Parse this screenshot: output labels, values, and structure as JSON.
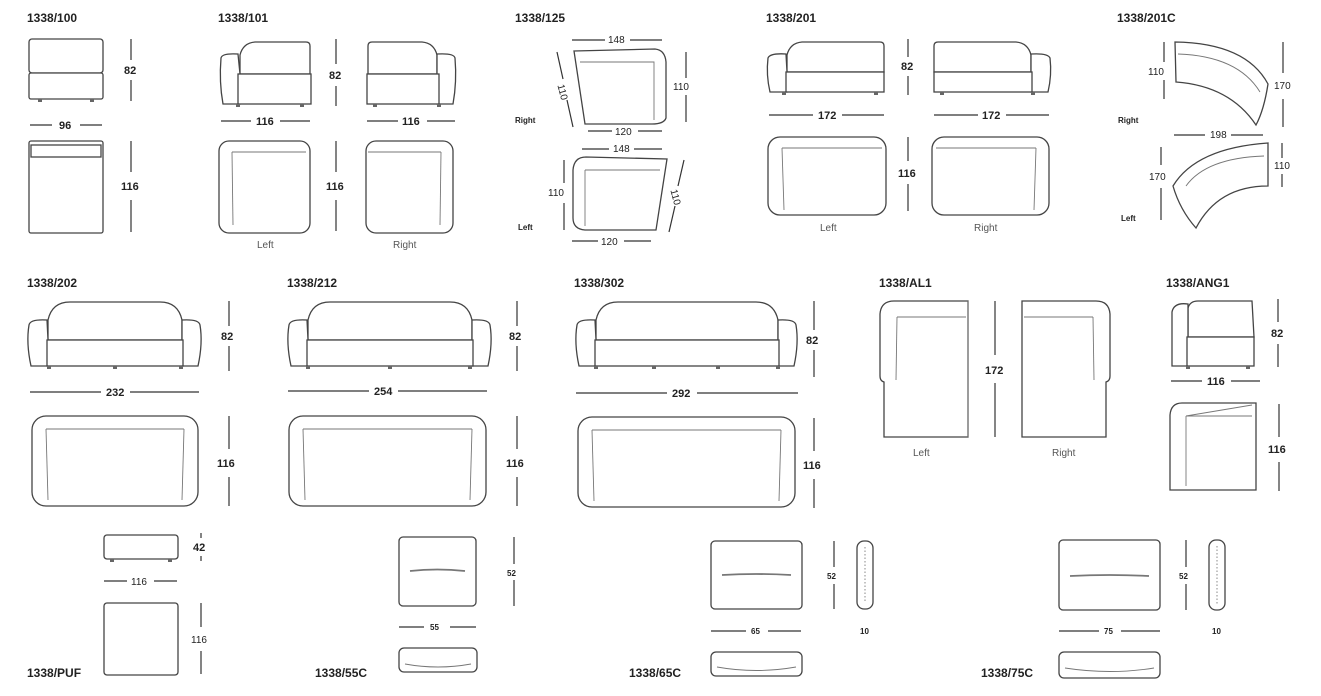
{
  "products": {
    "p100": {
      "code": "1338/100",
      "height": "82",
      "width": "96",
      "depth": "116"
    },
    "p101": {
      "code": "1338/101",
      "height": "82",
      "width_left": "116",
      "width_right": "116",
      "depth": "116",
      "label_left": "Left",
      "label_right": "Right"
    },
    "p125": {
      "code": "1338/125",
      "top_right": "148",
      "side_right": "110",
      "diag_right": "110",
      "base_right": "120",
      "label_right": "Right",
      "top_left": "148",
      "side_left": "110",
      "diag_left": "110",
      "base_left": "120",
      "label_left": "Left"
    },
    "p201": {
      "code": "1338/201",
      "height": "82",
      "width_left": "172",
      "width_right": "172",
      "depth": "116",
      "label_left": "Left",
      "label_right": "Right"
    },
    "p201c": {
      "code": "1338/201C",
      "right_h": "110",
      "right_d": "170",
      "span": "198",
      "left_d": "170",
      "left_h": "110",
      "label_right": "Right",
      "label_left": "Left"
    },
    "p202": {
      "code": "1338/202",
      "height": "82",
      "width": "232",
      "depth": "116"
    },
    "p212": {
      "code": "1338/212",
      "height": "82",
      "width": "254",
      "depth": "116"
    },
    "p302": {
      "code": "1338/302",
      "height": "82",
      "width": "292",
      "depth": "116"
    },
    "pal1": {
      "code": "1338/AL1",
      "depth": "172",
      "label_left": "Left",
      "label_right": "Right"
    },
    "pang1": {
      "code": "1338/ANG1",
      "height": "82",
      "width": "116",
      "depth": "116"
    },
    "ppuf": {
      "code": "1338/PUF",
      "height": "42",
      "width": "116",
      "depth": "116"
    },
    "p55c": {
      "code": "1338/55C",
      "height": "52",
      "width": "55"
    },
    "p65c": {
      "code": "1338/65C",
      "height": "52",
      "width": "65",
      "thickness": "10"
    },
    "p75c": {
      "code": "1338/75C",
      "height": "52",
      "width": "75",
      "thickness": "10"
    }
  }
}
